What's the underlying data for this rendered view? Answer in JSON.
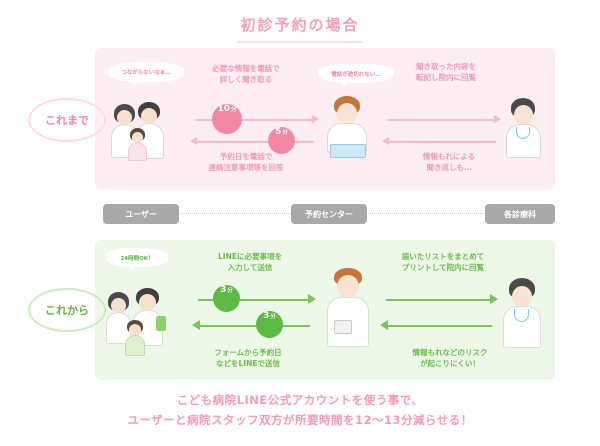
{
  "title": "初診予約の場合",
  "sections": {
    "before": {
      "label": "これまで",
      "bubbles": [
        {
          "text": "つながらないなぁ…"
        },
        {
          "text": "電話が途切れない…"
        }
      ],
      "captions": [
        "必要な情報を電話で\n詳しく聞き取る",
        "聞き取った内容を\n転記し院内に回覧",
        "予約日を電話で\n連絡注意事項等を回答",
        "情報もれによる\n聞き返しも…"
      ],
      "badges": [
        {
          "num": "10",
          "unit": "分"
        },
        {
          "num": "5",
          "unit": "分"
        }
      ]
    },
    "after": {
      "label": "これから",
      "bubbles": [
        {
          "text": "24時間OK！"
        }
      ],
      "captions": [
        "LINEに必要事項を\n入力して送信",
        "届いたリストをまとめて\nプリントして院内に回覧",
        "フォームから予約日\nなどをLINEで送信",
        "情報もれなどのリスク\nが起こりにくい！"
      ],
      "badges": [
        {
          "num": "3",
          "unit": "分"
        },
        {
          "num": "3",
          "unit": "分"
        }
      ]
    }
  },
  "roles": [
    {
      "label": "ユーザー"
    },
    {
      "label": "予約センター"
    },
    {
      "label": "各診療科"
    }
  ],
  "summary": "こども病院LINE公式アカウントを使う事で、\nユーザーと病院スタッフ双方が所要時間を12〜13分減らせる！",
  "colors": {
    "pink_accent": "#f487a6",
    "pink_bg": "#fdeef3",
    "pink_text": "#f09cb4",
    "green_accent": "#5cb944",
    "green_bg": "#edf8e8",
    "green_text": "#6cbb4f",
    "role_gray": "#a8a8a8"
  }
}
